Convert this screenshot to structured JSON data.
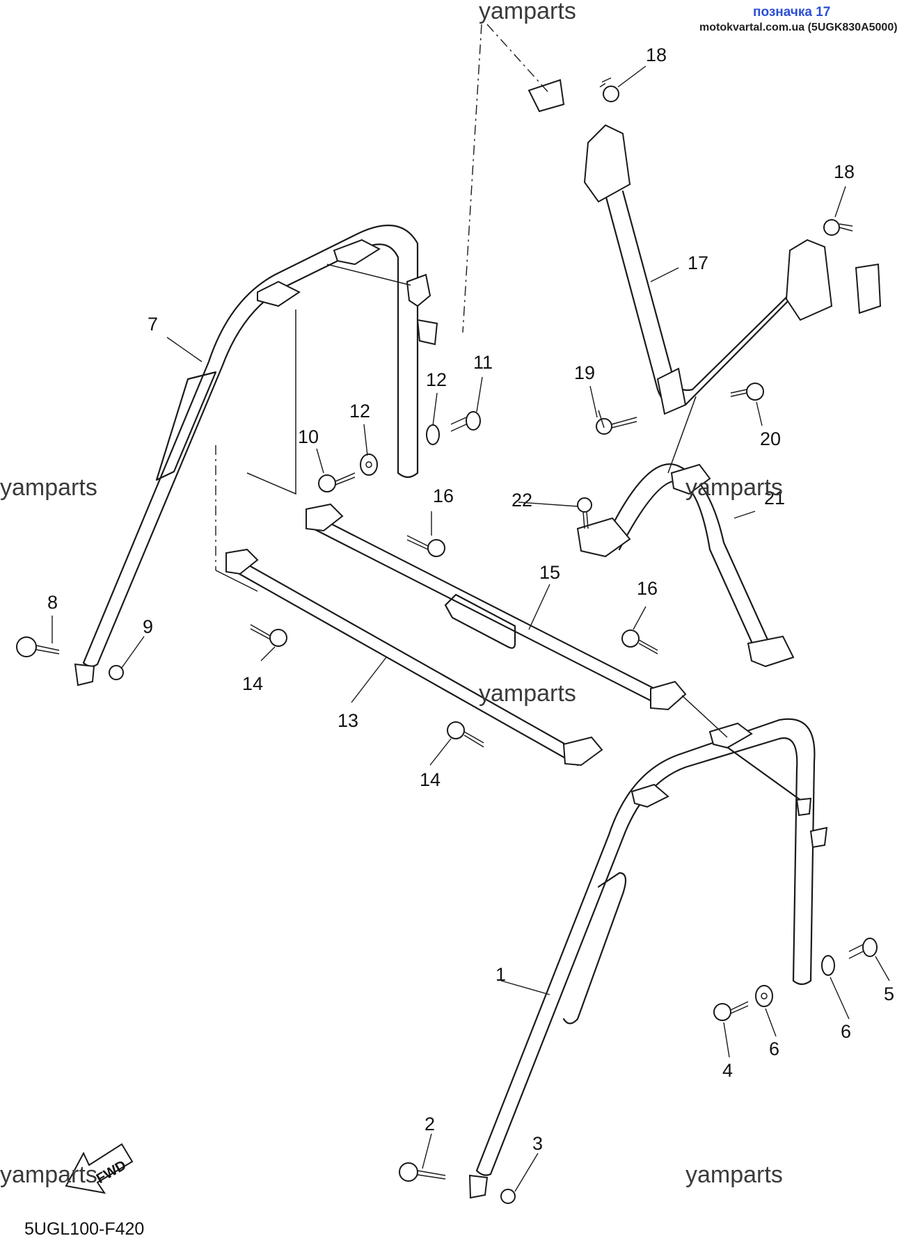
{
  "header": {
    "tag_label": "позначка 17",
    "source_line": "motokvartal.com.ua (5UGK830A5000)"
  },
  "watermarks": [
    "yamparts",
    "yamparts",
    "yamparts",
    "yamparts",
    "yamparts",
    "yamparts"
  ],
  "fwd_label": "FWD",
  "diagram_code": "5UGL100-F420",
  "callouts": {
    "c1": "1",
    "c2": "2",
    "c3": "3",
    "c4": "4",
    "c5": "5",
    "c6a": "6",
    "c6b": "6",
    "c7": "7",
    "c8": "8",
    "c9": "9",
    "c10": "10",
    "c11": "11",
    "c12a": "12",
    "c12b": "12",
    "c13": "13",
    "c14a": "14",
    "c14b": "14",
    "c15": "15",
    "c16a": "16",
    "c16b": "16",
    "c17": "17",
    "c18a": "18",
    "c18b": "18",
    "c19": "19",
    "c20": "20",
    "c21": "21",
    "c22": "22"
  }
}
